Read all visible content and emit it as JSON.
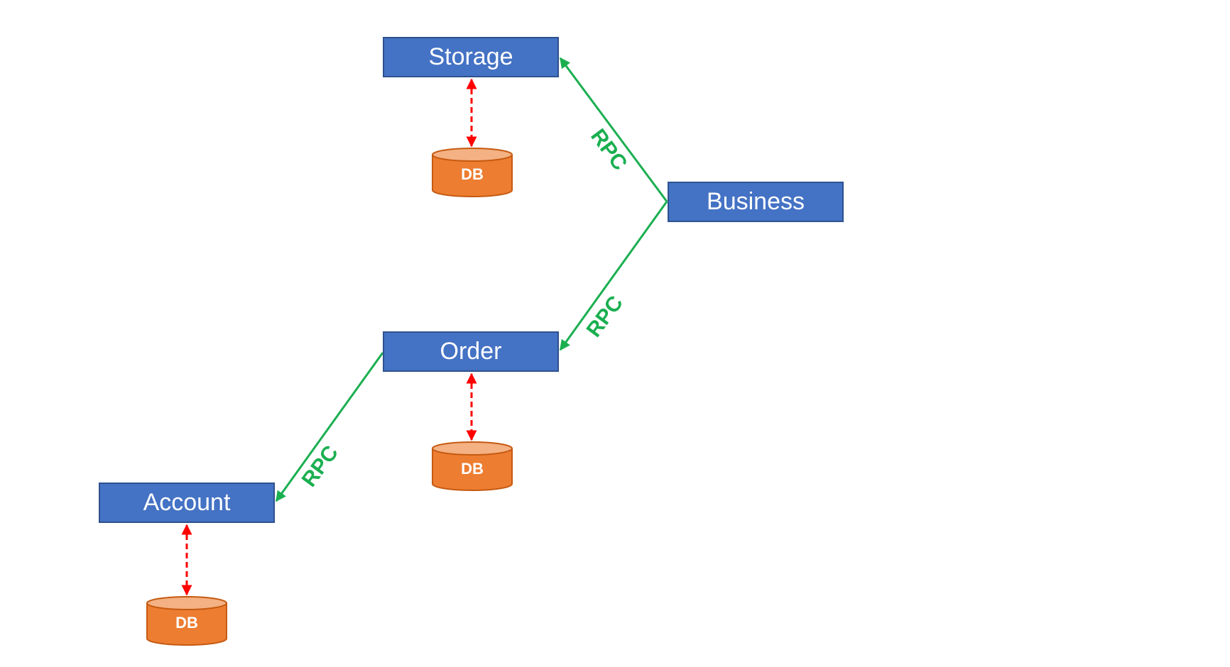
{
  "services": {
    "storage": "Storage",
    "business": "Business",
    "order": "Order",
    "account": "Account"
  },
  "databases": {
    "storage_db": "DB",
    "order_db": "DB",
    "account_db": "DB"
  },
  "edges": {
    "business_to_storage": "RPC",
    "business_to_order": "RPC",
    "order_to_account": "RPC"
  },
  "colors": {
    "service_fill": "#4472c4",
    "service_border": "#2f528f",
    "db_fill": "#ed7d31",
    "db_top": "#f4b183",
    "db_border": "#c55a11",
    "rpc": "#1aaf50",
    "db_link": "#ff0000"
  }
}
